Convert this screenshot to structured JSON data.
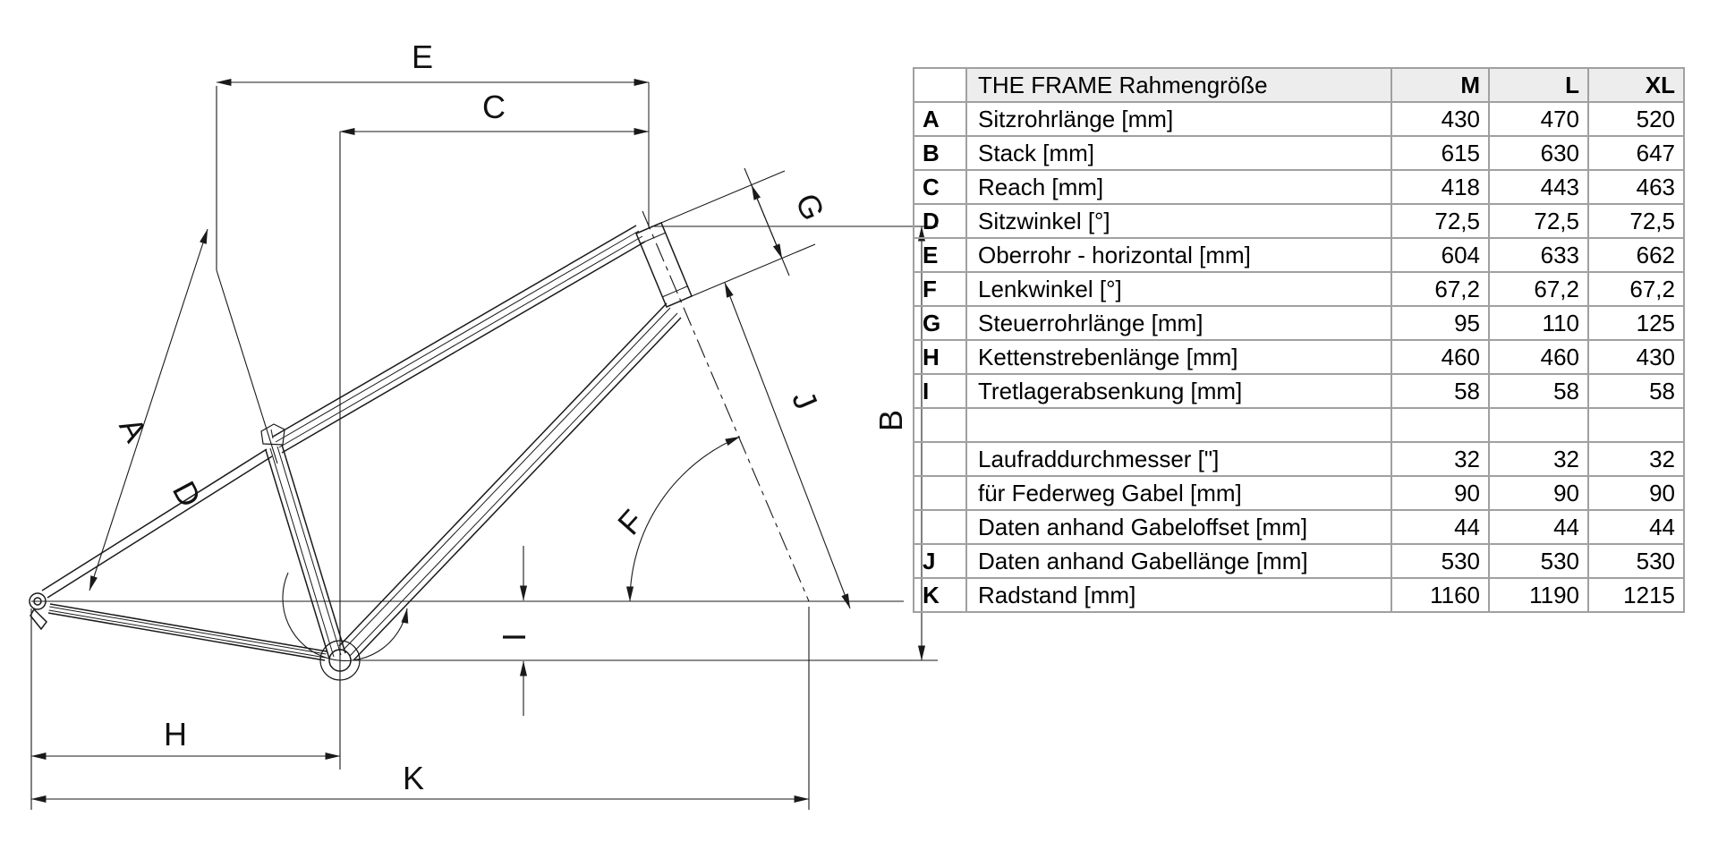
{
  "colors": {
    "line": "#1a1a1a",
    "table_border": "#a0a0a0",
    "header_bg": "#ededed"
  },
  "diagram": {
    "dim_labels": {
      "A": "A",
      "B": "B",
      "C": "C",
      "D": "D",
      "E": "E",
      "F": "F",
      "G": "G",
      "H": "H",
      "I": "I",
      "J": "J",
      "K": "K"
    }
  },
  "table": {
    "header": {
      "corner": "",
      "title": "THE FRAME Rahmengröße",
      "sizes": [
        "M",
        "L",
        "XL"
      ]
    },
    "rows": [
      {
        "key": "A",
        "label": "Sitzrohrlänge [mm]",
        "values": [
          "430",
          "470",
          "520"
        ]
      },
      {
        "key": "B",
        "label": "Stack [mm]",
        "values": [
          "615",
          "630",
          "647"
        ]
      },
      {
        "key": "C",
        "label": "Reach [mm]",
        "values": [
          "418",
          "443",
          "463"
        ]
      },
      {
        "key": "D",
        "label": "Sitzwinkel [°]",
        "values": [
          "72,5",
          "72,5",
          "72,5"
        ]
      },
      {
        "key": "E",
        "label": "Oberrohr - horizontal [mm]",
        "values": [
          "604",
          "633",
          "662"
        ]
      },
      {
        "key": "F",
        "label": "Lenkwinkel [°]",
        "values": [
          "67,2",
          "67,2",
          "67,2"
        ]
      },
      {
        "key": "G",
        "label": "Steuerrohrlänge [mm]",
        "values": [
          "95",
          "110",
          "125"
        ]
      },
      {
        "key": "H",
        "label": "Kettenstrebenlänge [mm]",
        "values": [
          "460",
          "460",
          "430"
        ]
      },
      {
        "key": "I",
        "label": "Tretlagerabsenkung [mm]",
        "values": [
          "58",
          "58",
          "58"
        ]
      },
      {
        "key": "",
        "label": "",
        "values": [
          "",
          "",
          ""
        ]
      },
      {
        "key": "",
        "label": "Laufraddurchmesser [\"]",
        "values": [
          "32",
          "32",
          "32"
        ]
      },
      {
        "key": "",
        "label": "für Federweg Gabel [mm]",
        "values": [
          "90",
          "90",
          "90"
        ]
      },
      {
        "key": "",
        "label": "Daten anhand Gabeloffset [mm]",
        "values": [
          "44",
          "44",
          "44"
        ]
      },
      {
        "key": "J",
        "label": "Daten anhand Gabellänge [mm]",
        "values": [
          "530",
          "530",
          "530"
        ]
      },
      {
        "key": "K",
        "label": "Radstand [mm]",
        "values": [
          "1160",
          "1190",
          "1215"
        ]
      }
    ]
  }
}
